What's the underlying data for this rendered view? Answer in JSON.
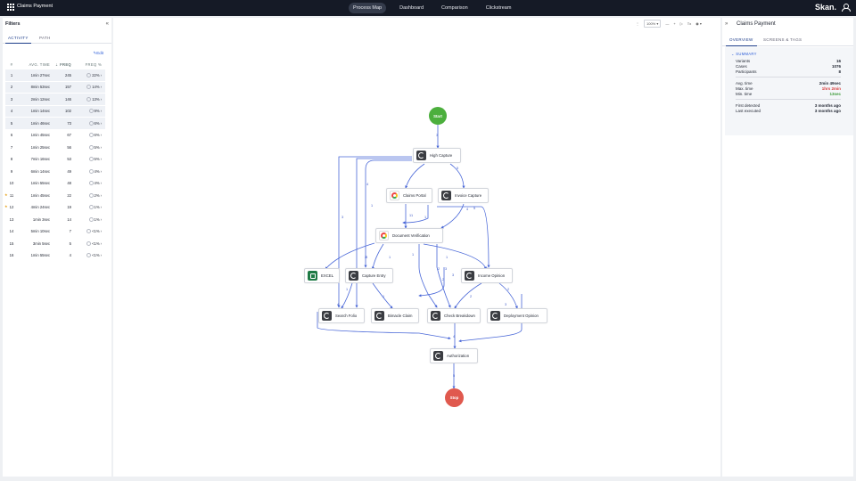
{
  "topbar": {
    "app_title": "Claims Payment",
    "nav": [
      "Process Map",
      "Dashboard",
      "Comparison",
      "Clickstream"
    ],
    "brand": "Skan."
  },
  "filters": {
    "title": "Filters",
    "tabs": [
      "ACTIVITY",
      "PATH"
    ],
    "edit_label": "Edit",
    "columns": [
      "#",
      "AVG. TIME",
      "FREQ",
      "FREQ %"
    ],
    "rows": [
      {
        "n": "1",
        "time": "1min 27sec",
        "freq": "245",
        "pct": "22%",
        "starred": false
      },
      {
        "n": "2",
        "time": "8min 53sec",
        "freq": "157",
        "pct": "14%",
        "starred": false
      },
      {
        "n": "3",
        "time": "2min 12sec",
        "freq": "146",
        "pct": "13%",
        "starred": false
      },
      {
        "n": "4",
        "time": "1min 14sec",
        "freq": "102",
        "pct": "9%",
        "starred": false
      },
      {
        "n": "5",
        "time": "1min 46sec",
        "freq": "73",
        "pct": "6%",
        "starred": false
      },
      {
        "n": "6",
        "time": "1min 45sec",
        "freq": "67",
        "pct": "6%",
        "starred": false
      },
      {
        "n": "7",
        "time": "1min 25sec",
        "freq": "56",
        "pct": "5%",
        "starred": false
      },
      {
        "n": "8",
        "time": "7min 16sec",
        "freq": "53",
        "pct": "5%",
        "starred": false
      },
      {
        "n": "9",
        "time": "6min 14sec",
        "freq": "49",
        "pct": "4%",
        "starred": false
      },
      {
        "n": "10",
        "time": "1min 55sec",
        "freq": "48",
        "pct": "4%",
        "starred": false
      },
      {
        "n": "11",
        "time": "1min 45sec",
        "freq": "22",
        "pct": "2%",
        "starred": true
      },
      {
        "n": "12",
        "time": "4min 24sec",
        "freq": "19",
        "pct": "1%",
        "starred": true
      },
      {
        "n": "13",
        "time": "1min 3sec",
        "freq": "14",
        "pct": "1%",
        "starred": false
      },
      {
        "n": "14",
        "time": "5min 10sec",
        "freq": "7",
        "pct": "<1%",
        "starred": false
      },
      {
        "n": "15",
        "time": "3min 5sec",
        "freq": "5",
        "pct": "<1%",
        "starred": false
      },
      {
        "n": "16",
        "time": "1min 55sec",
        "freq": "4",
        "pct": "<1%",
        "starred": false
      }
    ]
  },
  "toolbar": {
    "zoom": "100%",
    "text_toggle": "Tx"
  },
  "map": {
    "start": "Start",
    "stop": "Stop",
    "nodes": {
      "high_capture": "High Capture",
      "claims_portal": "Claims Portal",
      "invoice_capture": "Invoice Capture",
      "document_verification": "Document Verification",
      "excel": "EXCEL",
      "capture_entry": "Capture Entry",
      "income_opinion": "Income Opinion",
      "search_folio": "Search Folio",
      "bimacle_claim": "Bimacle Claim",
      "check_breakdown": "Check Breakdown",
      "deployment_opinion": "Deployment Opinion",
      "authorization": "Authorization"
    },
    "edge_labels": [
      "3",
      "4",
      "5",
      "3",
      "1",
      "1",
      "1",
      "4",
      "2",
      "1",
      "1",
      "5",
      "1",
      "1",
      "3",
      "1",
      "2",
      "2",
      "1",
      "3",
      "2",
      "2",
      "3",
      "4",
      "4",
      "5",
      "3",
      "5"
    ],
    "colors": {
      "start": "#4caf3d",
      "stop": "#e0594e",
      "edge": "#4a68d8"
    }
  },
  "details": {
    "title": "Claims Payment",
    "tabs": [
      "OVERVIEW",
      "SCREENS & TAGS"
    ],
    "summary_label": "SUMMARY",
    "variants_label": "Variants",
    "variants": "16",
    "cases_label": "Cases",
    "cases": "1076",
    "participants_label": "Participants",
    "participants": "8",
    "avg_label": "Avg. time",
    "avg": "2min 49sec",
    "max_label": "Max. time",
    "max": "1hrs 2min",
    "min_label": "Min. time",
    "min": "13sec",
    "first_label": "First detected",
    "first": "3 months ago",
    "last_label": "Last executed",
    "last": "3 months ago"
  }
}
